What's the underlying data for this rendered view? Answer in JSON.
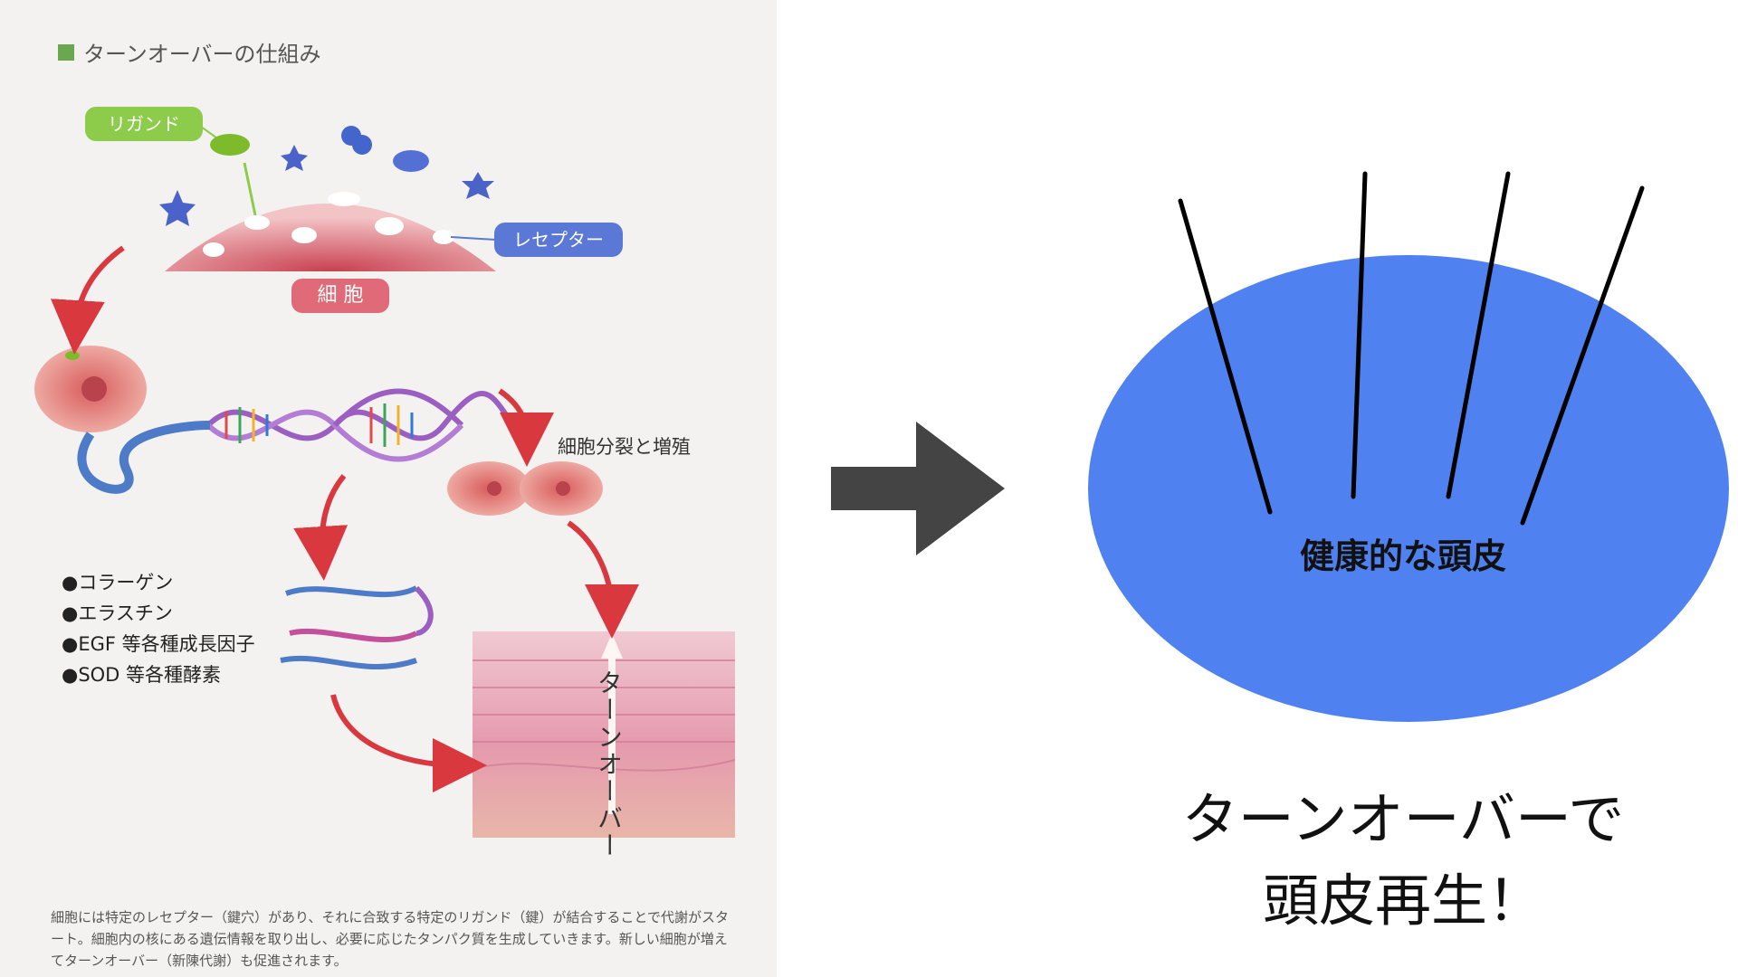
{
  "left_figure": {
    "title": "ターンオーバーの仕組み",
    "labels": {
      "ligand": "リガンド",
      "receptor": "レセプター",
      "cell": "細 胞",
      "division": "細胞分裂と増殖",
      "turnover": "ターンオーバー"
    },
    "bullets": [
      "●コラーゲン",
      "●エラスチン",
      "●EGF 等各種成長因子",
      "●SOD 等各種酵素"
    ],
    "caption": "細胞には特定のレセプター（鍵穴）があり、それに合致する特定のリガンド（鍵）が結合することで代謝がスタート。細胞内の核にある遺伝情報を取り出し、必要に応じたタンパク質を生成していきます。新しい細胞が増えてターンオーバー（新陳代謝）も促進されます。"
  },
  "right_figure": {
    "scalp_label": "健康的な頭皮",
    "message_line1": "ターンオーバーで",
    "message_line2": "頭皮再生！"
  },
  "colors": {
    "scalp_blue": "#4f82f0",
    "arrow_gray": "#444444",
    "flow_arrow_red": "#d9383f",
    "ligand_green": "#8ccc4a",
    "receptor_blue": "#5b78d6",
    "cell_pink": "#e06a78"
  }
}
